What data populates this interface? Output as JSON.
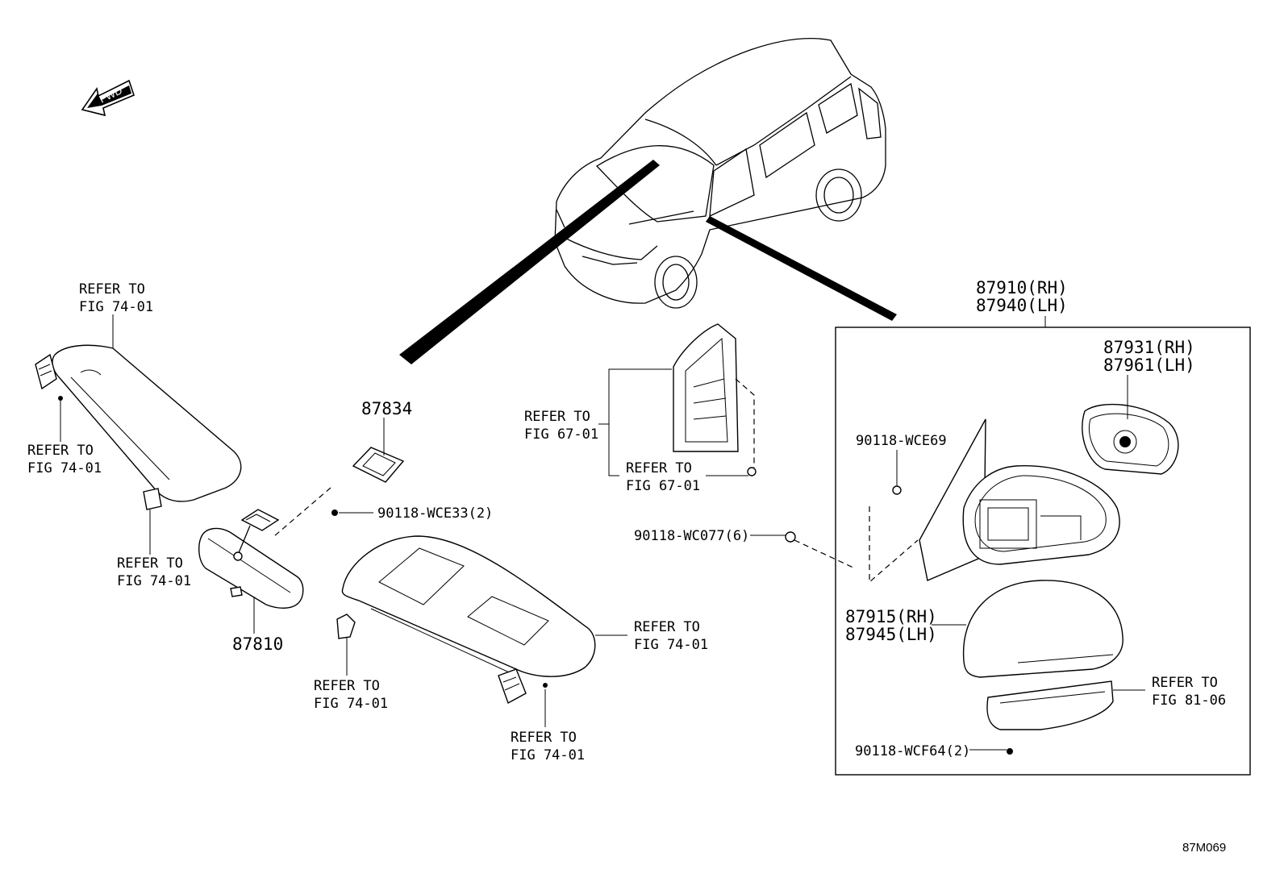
{
  "fwd_label": "FWD",
  "diagram_code": "87M069",
  "labels": {
    "refer_visor_lh_top": [
      "REFER TO",
      "FIG 74-01"
    ],
    "refer_visor_lh_screw": [
      "REFER TO",
      "FIG 74-01"
    ],
    "refer_visor_lh_clip": [
      "REFER TO",
      "FIG 74-01"
    ],
    "part_87810": "87810",
    "part_87834": "87834",
    "part_90118_wce33": "90118-WCE33(2)",
    "refer_visor_rh_clip": [
      "REFER TO",
      "FIG 74-01"
    ],
    "refer_visor_rh_body": [
      "REFER TO",
      "FIG 74-01"
    ],
    "refer_visor_rh_holder": [
      "REFER TO",
      "FIG 74-01"
    ],
    "refer_door_glass": [
      "REFER TO",
      "FIG 67-01"
    ],
    "refer_door_clip": [
      "REFER TO",
      "FIG 67-01"
    ],
    "part_90118_wc077": "90118-WC077(6)",
    "part_87910": [
      "87910(RH)",
      "87940(LH)"
    ],
    "part_87931": [
      "87931(RH)",
      "87961(LH)"
    ],
    "part_90118_wce69": "90118-WCE69",
    "part_87915": [
      "87915(RH)",
      "87945(LH)"
    ],
    "refer_turn_lamp": [
      "REFER TO",
      "FIG 81-06"
    ],
    "part_90118_wcf64": "90118-WCF64(2)"
  }
}
